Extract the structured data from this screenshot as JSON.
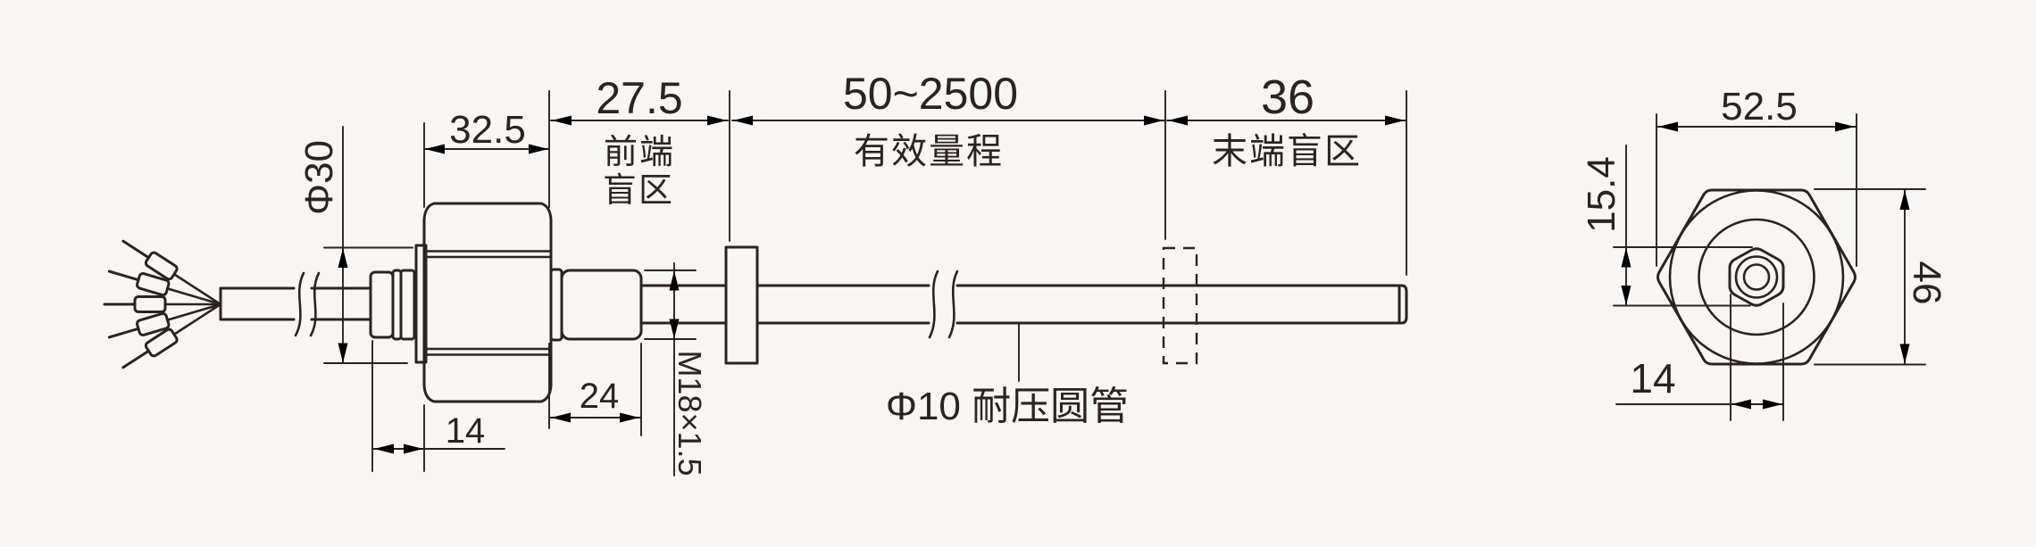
{
  "drawing": {
    "title": "sensor-dimension-drawing",
    "side_view": {
      "dims": {
        "cable_dia": "Φ30",
        "hex_width": "32.5",
        "front_blind_value": "27.5",
        "front_blind_label_line1": "前端",
        "front_blind_label_line2": "盲区",
        "range_value": "50~2500",
        "range_label": "有效量程",
        "end_blind_value": "36",
        "end_blind_label": "末端盲区",
        "gland_length": "14",
        "thread_length": "24",
        "thread_spec": "M18×1.5",
        "tube_label": "Φ10 耐压圆管"
      }
    },
    "end_view": {
      "dims": {
        "hex_across_corners": "52.5",
        "center_hex_height": "15.4",
        "hex_across_flats": "46",
        "center_hex_width": "14"
      }
    },
    "colors": {
      "ink": "#2b2320",
      "background": "#f7f6f4"
    }
  }
}
